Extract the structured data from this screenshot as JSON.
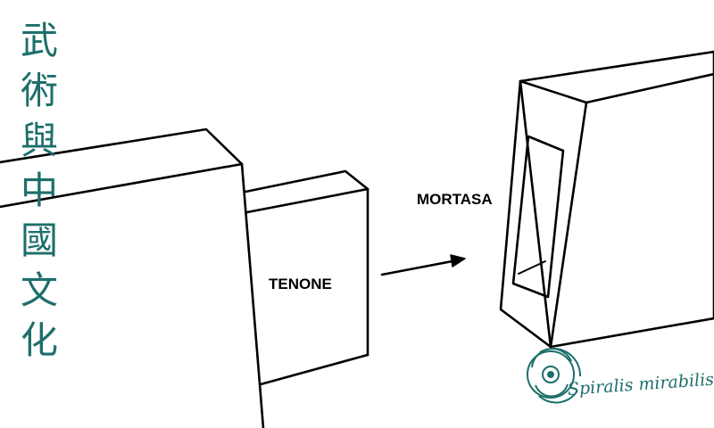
{
  "vertical_text": [
    "武",
    "術",
    "與",
    "中",
    "國",
    "文",
    "化"
  ],
  "labels": {
    "tenone": "TENONE",
    "mortasa": "MORTASA"
  },
  "brand": {
    "text": "Spiralis mirabilis",
    "color": "#1d6f6a"
  },
  "colors": {
    "line": "#000000",
    "accent": "#1d6f6a",
    "background": "#ffffff"
  }
}
